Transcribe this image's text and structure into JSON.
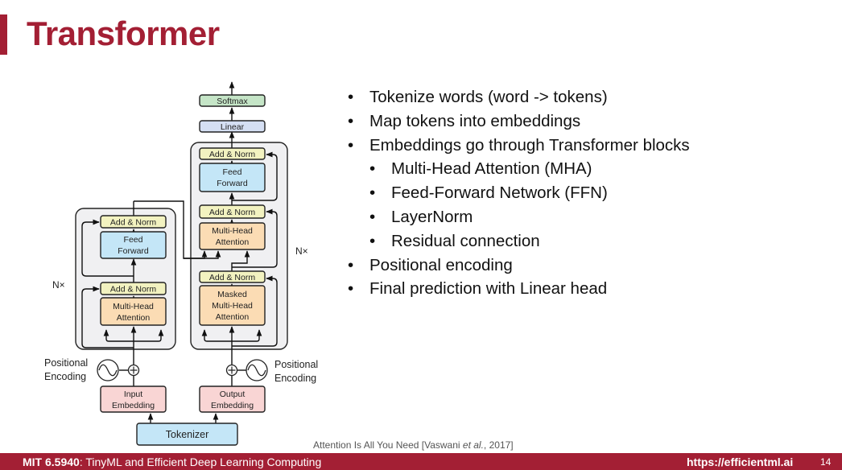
{
  "slide": {
    "title": "Transformer",
    "accent_color": "#a31f34"
  },
  "diagram": {
    "encoder": {
      "repeat_label": "N×",
      "add_norm_top": "Add & Norm",
      "feed_forward": [
        "Feed",
        "Forward"
      ],
      "add_norm_bottom": "Add & Norm",
      "attention": [
        "Multi-Head",
        "Attention"
      ],
      "positional_encoding": [
        "Positional",
        "Encoding"
      ],
      "embedding": [
        "Input",
        "Embedding"
      ]
    },
    "decoder": {
      "repeat_label": "N×",
      "softmax": "Softmax",
      "linear": "Linear",
      "add_norm_top": "Add & Norm",
      "feed_forward": [
        "Feed",
        "Forward"
      ],
      "add_norm_middle": "Add & Norm",
      "cross_attention": [
        "Multi-Head",
        "Attention"
      ],
      "add_norm_bottom": "Add & Norm",
      "masked_attention": [
        "Masked",
        "Multi-Head",
        "Attention"
      ],
      "positional_encoding": [
        "Positional",
        "Encoding"
      ],
      "embedding": [
        "Output",
        "Embedding"
      ]
    },
    "tokenizer": "Tokenizer",
    "colors": {
      "add_norm": "#f2f2c0",
      "feed_forward": "#c4e6f7",
      "attention": "#fbdcb4",
      "embedding": "#f9d5d4",
      "softmax": "#c5e5c7",
      "linear": "#d5dff3",
      "tokenizer": "#c4e6f7",
      "block_background": "#f0f0f2"
    }
  },
  "bullets": [
    "Tokenize words (word -> tokens)",
    "Map tokens into embeddings",
    "Embeddings go through Transformer blocks",
    "Multi-Head Attention (MHA)",
    "Feed-Forward Network (FFN)",
    "LayerNorm",
    "Residual connection",
    "Positional encoding",
    "Final prediction with Linear head"
  ],
  "citation": {
    "prefix": "Attention Is All You Need [Vaswani ",
    "italic": "et al.",
    "suffix": ", 2017]"
  },
  "footer": {
    "course_code": "MIT 6.5940",
    "course_name": ": TinyML and Efficient Deep Learning Computing",
    "url": "https://efficientml.ai",
    "page_number": "14"
  }
}
